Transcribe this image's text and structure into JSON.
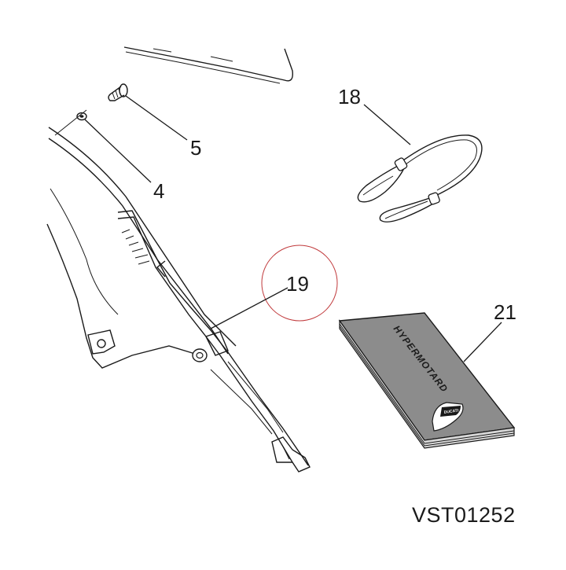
{
  "diagram": {
    "callouts": [
      {
        "id": "callout-5",
        "label": "5"
      },
      {
        "id": "callout-4",
        "label": "4"
      },
      {
        "id": "callout-18",
        "label": "18"
      },
      {
        "id": "callout-19",
        "label": "19"
      },
      {
        "id": "callout-21",
        "label": "21"
      }
    ],
    "booklet_title": "HYPERMOTARD",
    "booklet_badge": "DUCATI",
    "reference_code": "VST01252",
    "highlight_color": "#c0393b",
    "booklet_color": "#8c8c8c"
  }
}
